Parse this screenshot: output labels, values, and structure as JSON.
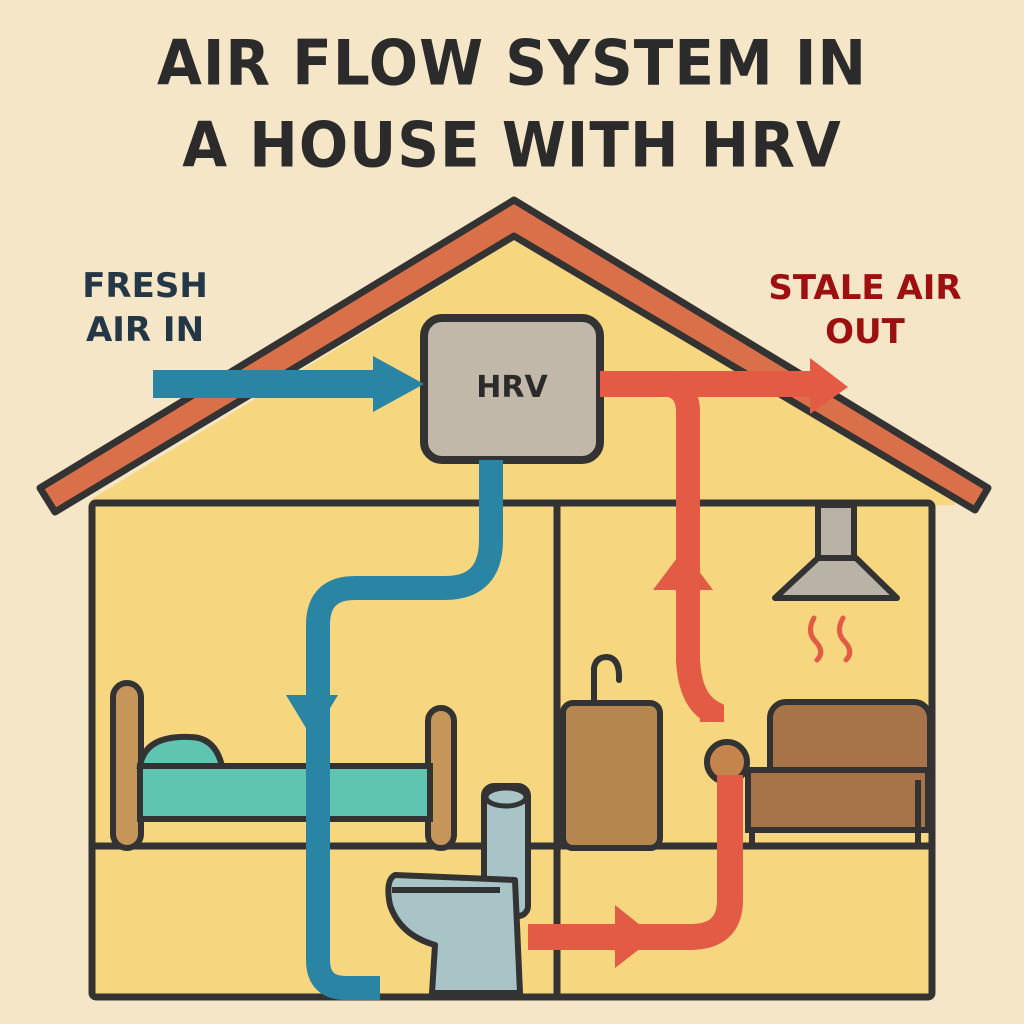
{
  "title": {
    "line1": "AIR FLOW SYSTEM IN",
    "line2": "A HOUSE WITH HRV"
  },
  "labels": {
    "fresh_line1": "FRESH",
    "fresh_line2": "AIR IN",
    "stale_line1": "STALE AIR",
    "stale_line2": "OUT",
    "hrv": "HRV"
  },
  "colors": {
    "background": "#f5e6c8",
    "house_wall": "#f6d67f",
    "roof": "#d9704a",
    "outline": "#333333",
    "fresh_air": "#2a84a4",
    "stale_air": "#e35b45",
    "fresh_label": "#243746",
    "stale_label": "#9e1010",
    "hrv_box": "#c2b8aa"
  },
  "rooms": [
    {
      "name": "bedroom",
      "items": [
        "bed"
      ]
    },
    {
      "name": "bathroom",
      "items": [
        "toilet"
      ]
    },
    {
      "name": "kitchen",
      "items": [
        "fridge",
        "range-hood",
        "steam"
      ]
    },
    {
      "name": "living-room",
      "items": [
        "sofa"
      ]
    }
  ],
  "flows": [
    {
      "name": "fresh-air-in",
      "color": "blue",
      "path": "outside → HRV → bedroom → bathroom"
    },
    {
      "name": "stale-air-out",
      "color": "red",
      "path": "bathroom → kitchen → HRV → outside"
    }
  ]
}
